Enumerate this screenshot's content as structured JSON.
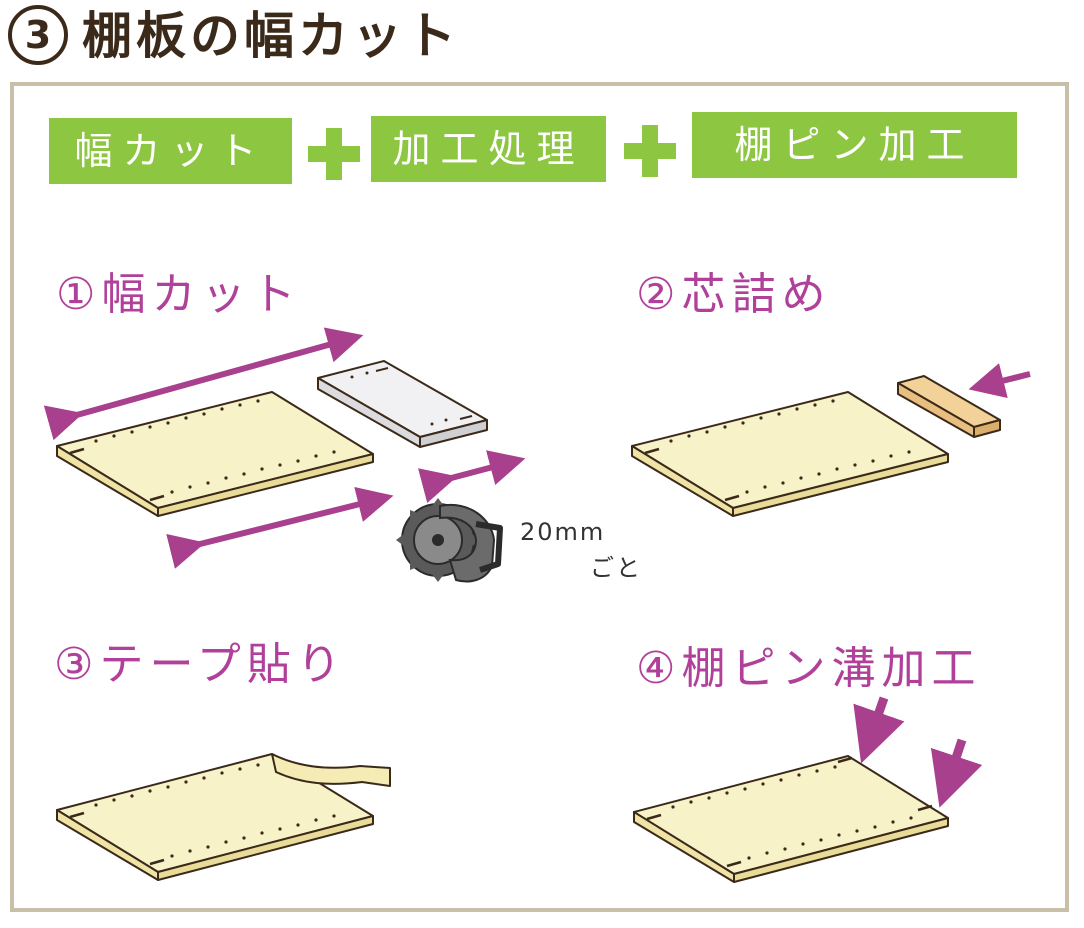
{
  "title": {
    "number": "3",
    "text": "棚板の幅カット"
  },
  "process_steps": [
    "幅カット",
    "加工処理",
    "棚ピン加工"
  ],
  "steps": [
    {
      "label": "①幅カット"
    },
    {
      "label": "②芯詰め"
    },
    {
      "label": "③テープ貼り"
    },
    {
      "label": "④棚ピン溝加工"
    }
  ],
  "cut_note": {
    "line1": "20mm",
    "line2": "ごと"
  },
  "colors": {
    "accent_green": "#8dc641",
    "step_purple": "#b0409a",
    "arrow_purple": "#a8408e",
    "frame_beige": "#c9bfa9",
    "board_cream": "#f7f2c8",
    "title_brown": "#3b2a1a"
  },
  "icons": [
    "plus-icon",
    "circular-saw-icon",
    "arrow-icon"
  ]
}
